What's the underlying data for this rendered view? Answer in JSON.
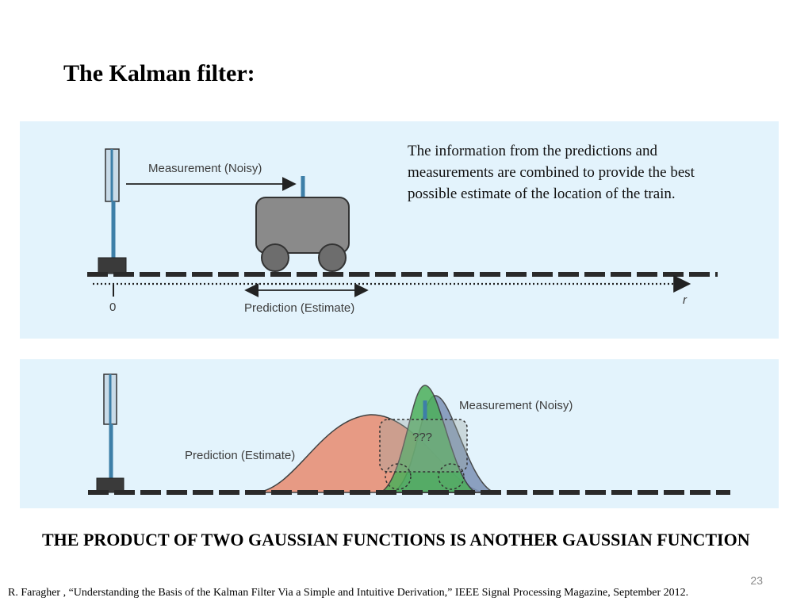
{
  "slide": {
    "title": "The Kalman filter:",
    "conclusion": "THE PRODUCT OF TWO GAUSSIAN FUNCTIONS IS ANOTHER GAUSSIAN FUNCTION",
    "page_number": "23",
    "reference": "R. Faragher , “Understanding the Basis of the Kalman Filter Via a Simple and Intuitive Derivation,” IEEE Signal Processing Magazine, September 2012."
  },
  "top_panel": {
    "caption": "The information from the predictions and measurements are combined to provide the best possible estimate of the location of the train.",
    "measurement_label": "Measurement (Noisy)",
    "prediction_label": "Prediction (Estimate)",
    "origin_label": "0",
    "axis_label": "r"
  },
  "bottom_panel": {
    "measurement_label": "Measurement (Noisy)",
    "prediction_label": "Prediction (Estimate)",
    "unknown_label": "???"
  },
  "colors": {
    "panel_background": "#e3f3fc",
    "prediction_gaussian": "#e8937a",
    "measurement_gaussian": "#7f95b8",
    "product_gaussian": "#4caf5a",
    "train_body": "#8a8a8a",
    "pole": "#3d7fa8"
  }
}
